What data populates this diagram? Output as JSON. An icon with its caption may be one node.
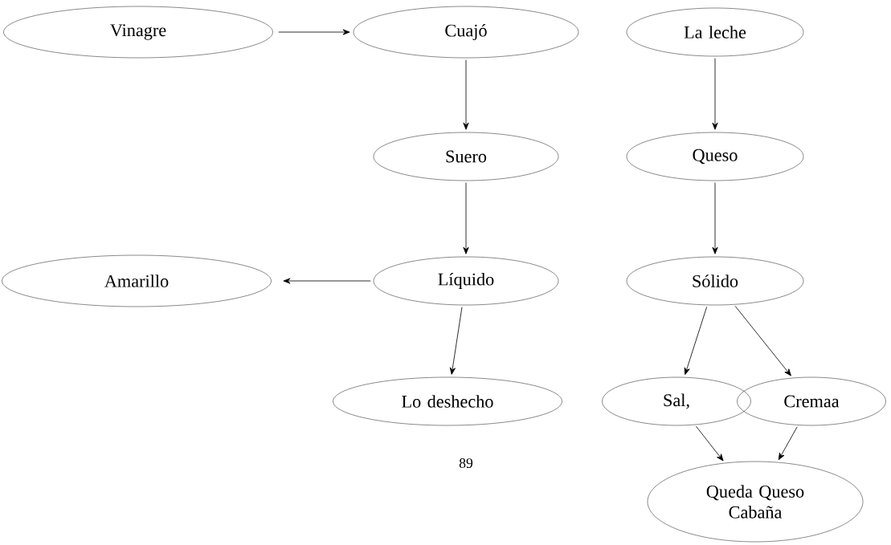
{
  "diagram": {
    "nodes": [
      {
        "text": [
          "Vinagre"
        ]
      },
      {
        "text": [
          "Cuajó"
        ]
      },
      {
        "text": [
          "La leche"
        ]
      },
      {
        "text": [
          "Suero"
        ]
      },
      {
        "text": [
          "Queso"
        ]
      },
      {
        "text": [
          "Amarillo"
        ]
      },
      {
        "text": [
          "Líquido"
        ]
      },
      {
        "text": [
          "Sólido"
        ]
      },
      {
        "text": [
          "Lo deshecho"
        ]
      },
      {
        "text": [
          "Sal,"
        ]
      },
      {
        "text": [
          "Cremaa"
        ]
      },
      {
        "text": [
          "Queda Queso Cabaña"
        ]
      }
    ],
    "edges": [
      {
        "from": 0,
        "to": 1,
        "arrow": "to"
      },
      {
        "from": 1,
        "to": 3,
        "arrow": "to"
      },
      {
        "from": 3,
        "to": 6,
        "arrow": "to"
      },
      {
        "from": 6,
        "to": 5,
        "arrow": "to"
      },
      {
        "from": 6,
        "to": 8,
        "arrow": "to"
      },
      {
        "from": 2,
        "to": 4,
        "arrow": "to"
      },
      {
        "from": 4,
        "to": 7,
        "arrow": "to"
      },
      {
        "from": 7,
        "to": 9,
        "arrow": "to"
      },
      {
        "from": 7,
        "to": 10,
        "arrow": "to"
      },
      {
        "from": 9,
        "to": 11,
        "arrow": "to"
      },
      {
        "from": 10,
        "to": 11,
        "arrow": "to"
      }
    ],
    "labels": [
      "89"
    ]
  }
}
